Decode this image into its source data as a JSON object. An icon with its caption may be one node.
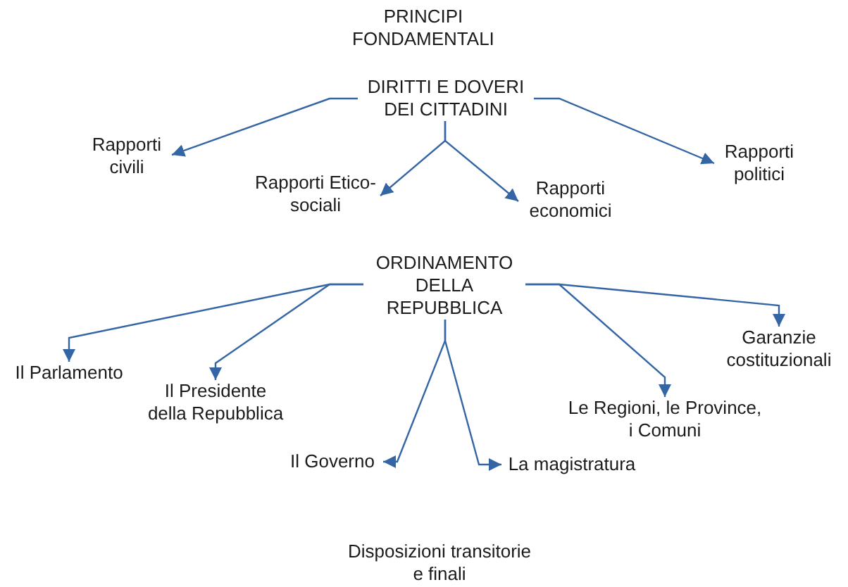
{
  "diagram": {
    "nodes": [
      {
        "text": [
          "PRINCIPI FONDAMENTALI"
        ]
      },
      {
        "text": [
          "DIRITTI E DOVERI DEI CITTADINI"
        ]
      },
      {
        "text": [
          "Rapporti civili"
        ]
      },
      {
        "text": [
          "Rapporti Etico-sociali"
        ]
      },
      {
        "text": [
          "Rapporti economici"
        ]
      },
      {
        "text": [
          "Rapporti politici"
        ]
      },
      {
        "text": [
          "ORDINAMENTO DELLA REPUBBLICA"
        ]
      },
      {
        "text": [
          "Il Parlamento"
        ]
      },
      {
        "text": [
          "Il Presidente della Repubblica"
        ]
      },
      {
        "text": [
          "Il Governo"
        ]
      },
      {
        "text": [
          "La magistratura"
        ]
      },
      {
        "text": [
          "Le Regioni, le Province, i Comuni"
        ]
      },
      {
        "text": [
          "Garanzie costituzionali"
        ]
      },
      {
        "text": [
          "Disposizioni transitorie e finali"
        ]
      }
    ],
    "edges": [
      {
        "from": 1,
        "to": 2,
        "arrow": "to"
      },
      {
        "from": 1,
        "to": 3,
        "arrow": "to"
      },
      {
        "from": 1,
        "to": 4,
        "arrow": "to"
      },
      {
        "from": 1,
        "to": 5,
        "arrow": "to"
      },
      {
        "from": 6,
        "to": 7,
        "arrow": "to"
      },
      {
        "from": 6,
        "to": 8,
        "arrow": "to"
      },
      {
        "from": 6,
        "to": 9,
        "arrow": "to"
      },
      {
        "from": 6,
        "to": 10,
        "arrow": "to"
      },
      {
        "from": 6,
        "to": 11,
        "arrow": "to"
      },
      {
        "from": 6,
        "to": 12,
        "arrow": "to"
      }
    ]
  }
}
